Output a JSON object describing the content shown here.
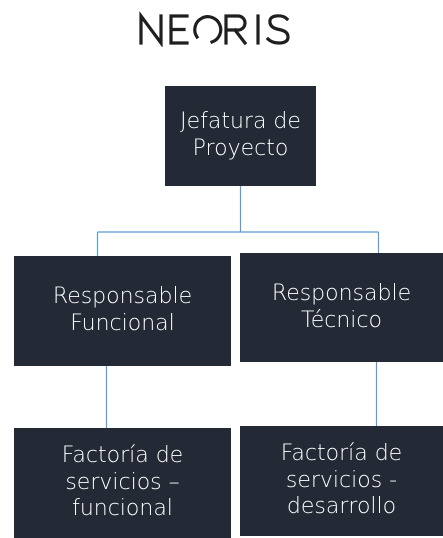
{
  "brand": {
    "name": "NEORIS"
  },
  "org_chart": {
    "root": {
      "label": "Jefatura de\nProyecto"
    },
    "level2": [
      {
        "label": "Responsable\nFuncional"
      },
      {
        "label": "Responsable\nTécnico"
      }
    ],
    "level3": [
      {
        "label": "Factoría de\nservicios –\nfuncional"
      },
      {
        "label": "Factoría de\nservicios -\ndesarrollo"
      }
    ]
  },
  "colors": {
    "box_fill": "#232a35",
    "box_text": "#ffffff",
    "connector": "#5b9bd5",
    "logo": "#1f1f1f"
  }
}
